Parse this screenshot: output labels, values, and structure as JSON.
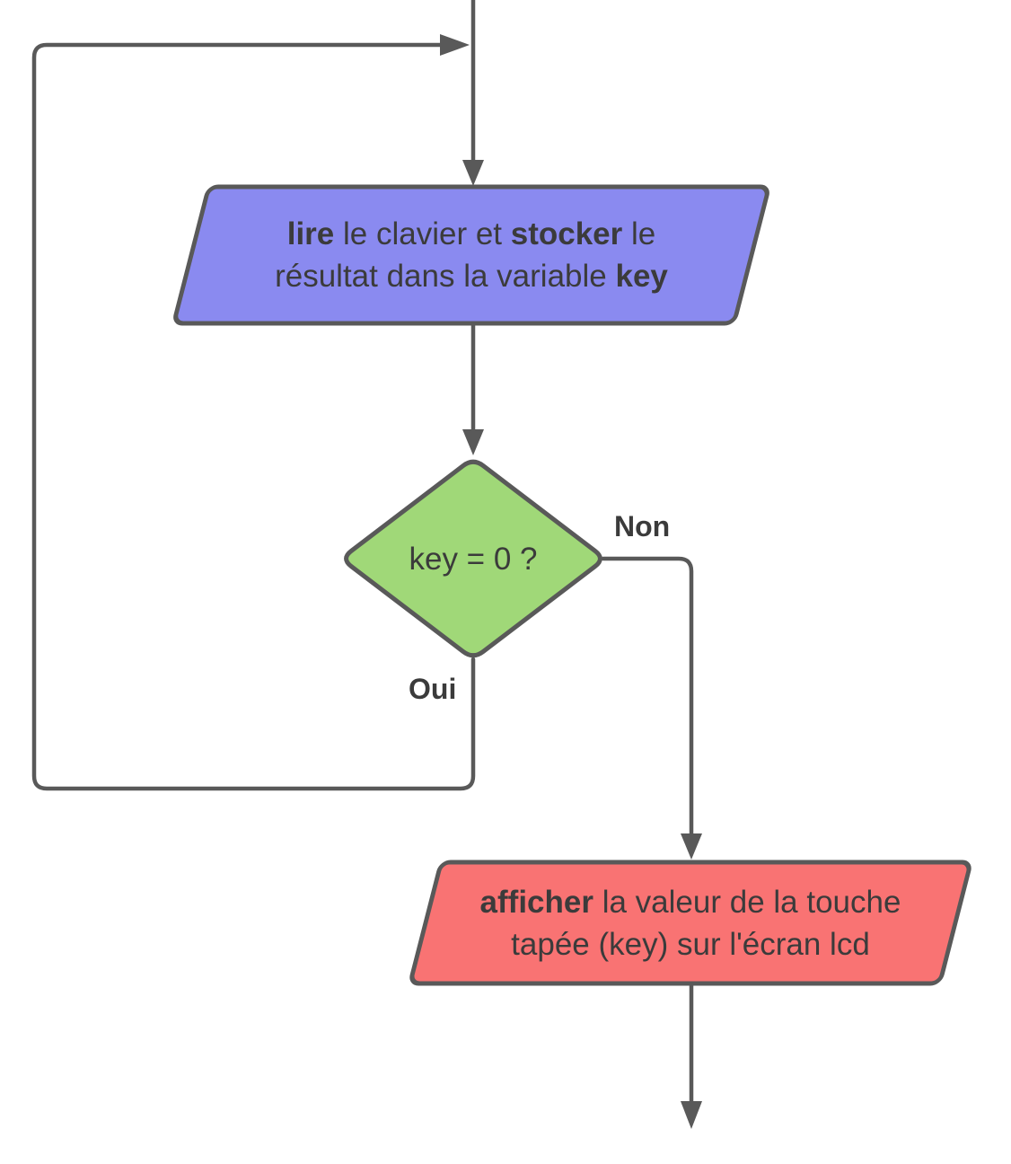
{
  "diagram": {
    "type": "flowchart",
    "colors": {
      "stroke": "#595959",
      "text": "#3b3b3b",
      "process_fill": "#8a8af0",
      "decision_fill": "#a0d878",
      "output_fill": "#f97373"
    },
    "nodes": {
      "read_keyboard": {
        "shape": "parallelogram",
        "lines": [
          [
            {
              "text": "lire",
              "bold": true
            },
            {
              "text": " le clavier et ",
              "bold": false
            },
            {
              "text": "stocker",
              "bold": true
            },
            {
              "text": " le",
              "bold": false
            }
          ],
          [
            {
              "text": "résultat dans la variable ",
              "bold": false
            },
            {
              "text": "key",
              "bold": true
            }
          ]
        ]
      },
      "key_decision": {
        "shape": "diamond",
        "label": "key = 0 ?"
      },
      "display_lcd": {
        "shape": "parallelogram",
        "lines": [
          [
            {
              "text": "afficher",
              "bold": true
            },
            {
              "text": " la valeur de la touche",
              "bold": false
            }
          ],
          [
            {
              "text": "tapée (key) sur l'écran lcd",
              "bold": false
            }
          ]
        ]
      }
    },
    "edges": {
      "non_label": "Non",
      "oui_label": "Oui"
    }
  }
}
